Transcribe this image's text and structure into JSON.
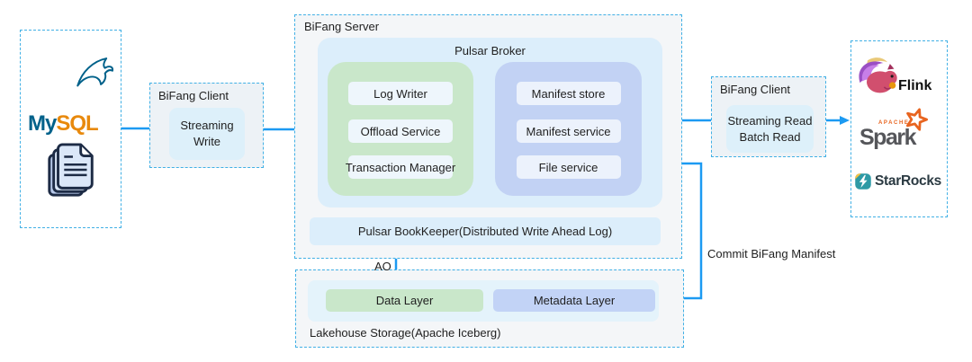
{
  "colors": {
    "arrow": "#1C9AF2",
    "dashed_border": "#41B0E5",
    "broker_fill": "#DCEEFB",
    "green_group": "#C9E7CA",
    "blue_group": "#C2D2F4",
    "chip_fill": "#DDF0FA",
    "mysql_blue": "#00618A",
    "mysql_orange": "#E8890C"
  },
  "logos": {
    "mysql_my": "My",
    "mysql_sql": "SQL",
    "flink": "Flink",
    "spark_apache": "APACHE",
    "spark": "Spark",
    "starrocks": "StarRocks"
  },
  "client_left": {
    "title": "BiFang Client",
    "action_line1": "Streaming",
    "action_line2": "Write"
  },
  "server": {
    "title": "BiFang Server",
    "broker_title": "Pulsar Broker",
    "write_services": [
      "Log Writer",
      "Offload Service",
      "Transaction Manager"
    ],
    "manifest_services": [
      "Manifest store",
      "Manifest service",
      "File service"
    ],
    "bookkeeper": "Pulsar BookKeeper(Distributed Write Ahead Log)"
  },
  "lakehouse": {
    "title": "Lakehouse Storage(Apache Iceberg)",
    "data_layer": "Data Layer",
    "metadata_layer": "Metadata Layer"
  },
  "client_right": {
    "title": "BiFang Client",
    "action_line1": "Streaming Read",
    "action_line2": "Batch Read"
  },
  "edge_labels": {
    "ao": "AO",
    "commit": "Commit BiFang Manifest"
  }
}
